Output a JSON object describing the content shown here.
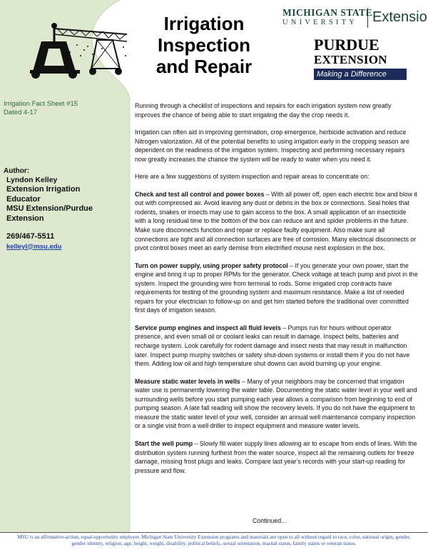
{
  "document": {
    "title_lines": [
      "Irrigation",
      "Inspection",
      "and Repair"
    ],
    "colors": {
      "sidebar_green": "#dde8cf",
      "text_green": "#2d6b33",
      "link_blue": "#1f3fb0",
      "footer_blue": "#2a4f9c",
      "msu_green": "#18453b",
      "purdue_blue": "#1b2a56"
    }
  },
  "logos": {
    "msu": {
      "line1": "MICHIGAN STATE",
      "line2": "UNIVERSITY",
      "extension": "Extension"
    },
    "purdue": {
      "line1": "PURDUE",
      "line2": "EXTENSION",
      "tagline": "Making a Difference"
    }
  },
  "sidebar": {
    "fact_sheet": "Irrigation Fact Sheet #15",
    "dated": "Dated 4-17",
    "author_heading": "Author:",
    "author_name": "Lyndon Kelley",
    "author_title_1": "Extension Irrigation",
    "author_title_2": "Educator",
    "author_org_1": "MSU Extension/Purdue",
    "author_org_2": "Extension",
    "phone": "269/467-5511",
    "email": "kelleyl@msu.edu"
  },
  "body": {
    "intro": "Running through a checklist of inspections and repairs for each irrigation system now greatly improves the chance of being able to start irrigating the day the crop needs it.",
    "benefits": "Irrigation can often aid in improving germination, crop emergence, herbicide activation and reduce Nitrogen valorization. All of the potential benefits to using irrigation early in the cropping season are dependent on the readiness of the irrigation system. Inspecting and performing necessary repairs now greatly increases the chance the system will be ready to water when you need it.",
    "suggestions": "Here are a few suggestions of system inspection and repair areas to concentrate on:",
    "sections": [
      {
        "heading": "Check and test all control and power boxes",
        "text": " – With all power off, open each electric box and blow it out with compressed air. Avoid leaving any dust or debris in the box or connections. Seal holes that rodents, snakes or insects may use to gain access to the box. A small application of an insecticide with a long residual time to the bottom of the box can reduce ant and spider problems in the future. Make sure disconnects function and repair or replace faulty equipment. Also make sure all connections are tight and all connection surfaces are free of corrosion. Many electrical disconnects or pivot control boxes meet an early demise from electrified mouse nest explosion in the box."
      },
      {
        "heading": "Turn on power supply, using proper safety protocol",
        "text": " – If you generate your own power, start the engine and bring it up to proper RPMs for the generator. Check voltage at teach pump and pivot in the system. Inspect the grounding wire from terminal to rods. Some irrigated crop contracts have requirements for testing of the grounding system and maximum resistance. Make a list of needed repairs for your electrician to follow-up on and get him started before the traditional over committed first days of irrigation season."
      },
      {
        "heading": "Service pump engines and inspect all fluid levels",
        "text": " – Pumps run for hours without operator presence, and even small oil or coolant leaks can result in damage. Inspect belts, batteries and recharge system. Look carefully for rodent damage and insect nests that may result in malfunction later. Inspect pump murphy switches or safety shut-down systems or install them if you do not have them. Adding low oil and high temperature shut downs can avoid burning up your engine."
      },
      {
        "heading": "Measure static water levels in wells",
        "text": " – Many of your neighbors may be concerned that irrigation water use is permanently lowering the water table. Documenting the static water level in your well and surrounding wells before you start pumping each year allows a comparison from beginning to end of pumping season. A late fall reading will show the recovery levels. If you do not have the equipment to measure the static water level of your well, consider an annual well maintenance company inspection or a single visit from a well driller to inspect equipment and measure water levels."
      },
      {
        "heading": "Start the well pump",
        "text": " – Slowly fill water supply lines allowing air to escape from ends of lines. With the distribution system running furthest from the water source, inspect all the remaining outlets for freeze damage, missing frost plugs and leaks. Compare last year’s records with your start-up reading for pressure and flow."
      }
    ],
    "continued": "Continued..."
  },
  "footer": {
    "text": "MSU is an affirmative-action, equal-opportunity employer. Michigan State University Extension programs and materials are open to all without regard to race, color, national origin, gender, gender identity, religion, age, height, weight, disability, political beliefs, sexual orientation, marital status, family status or veteran status."
  }
}
